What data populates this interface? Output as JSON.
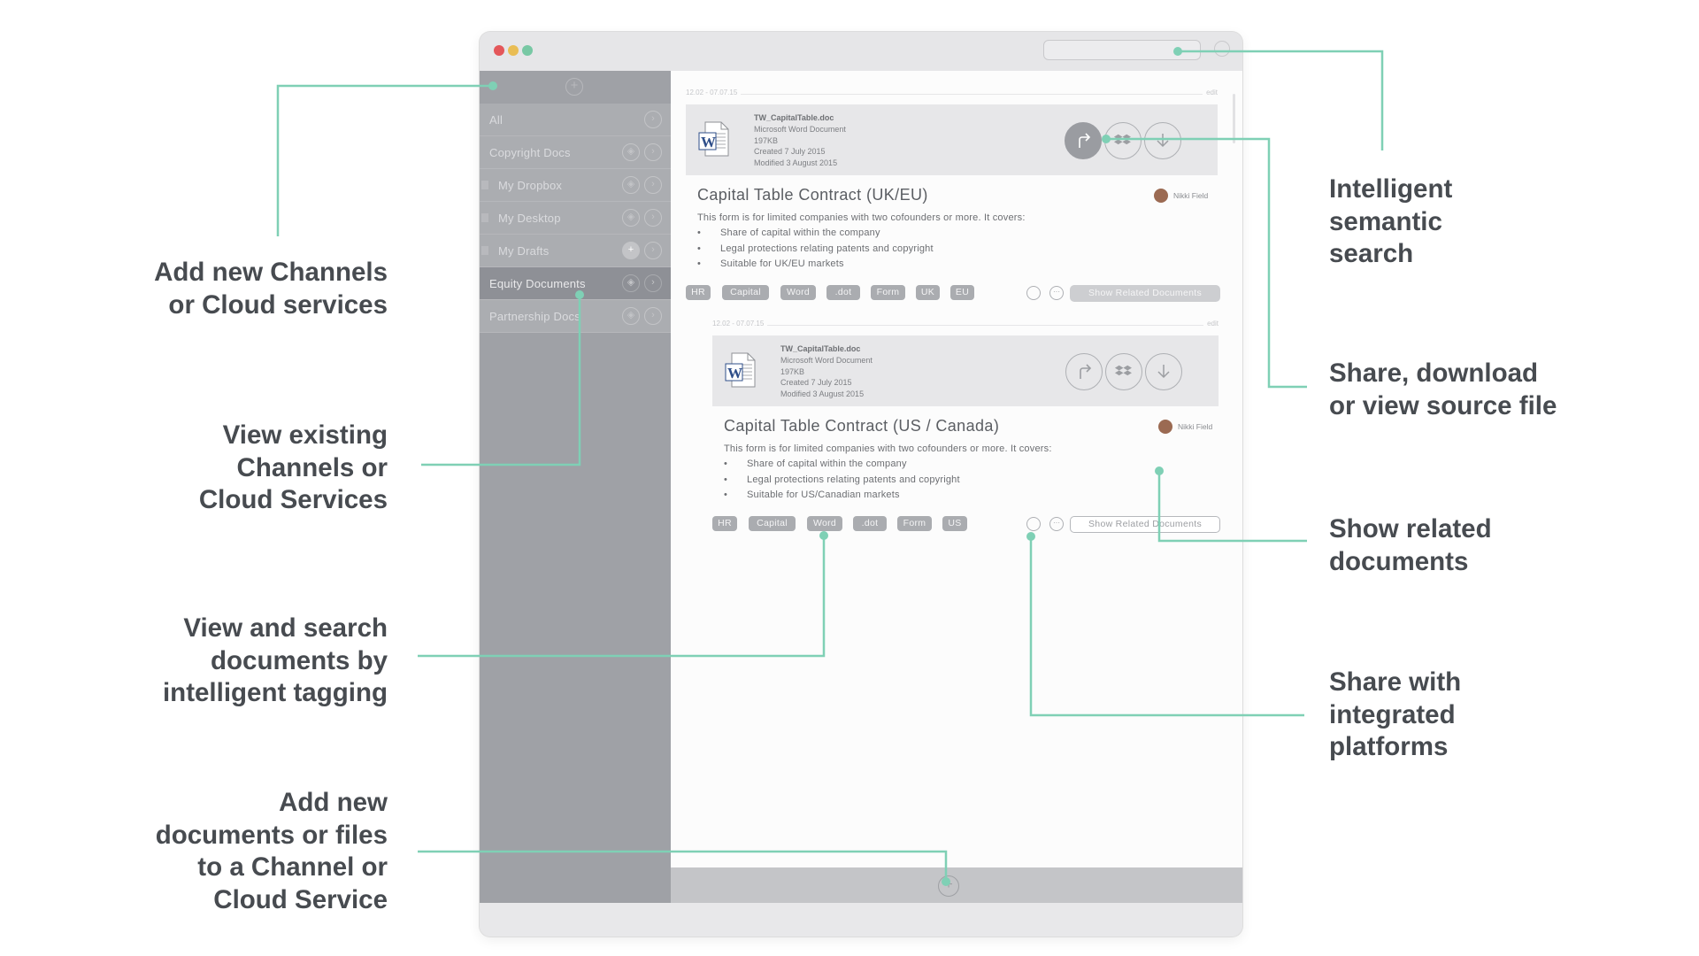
{
  "callouts": {
    "add_channels": "Add new Channels\nor Cloud services",
    "view_channels": "View existing\nChannels or\nCloud Services",
    "tagging": "View and search\ndocuments by\nintelligent tagging",
    "add_documents": "Add new\ndocuments or files\nto a Channel or\nCloud Service",
    "semantic_search": "Intelligent\nsemantic\nsearch",
    "share_download": "Share, download\nor view source file",
    "related_docs": "Show related\ndocuments",
    "integrated": "Share with\nintegrated\nplatforms"
  },
  "sidebar": {
    "channels": [
      {
        "label": "All",
        "icons": [
          "arrow-circle-icon"
        ]
      },
      {
        "label": "Copyright Docs",
        "icons": [
          "dropbox-circle-icon",
          "arrow-circle-icon"
        ]
      },
      {
        "label": "My Dropbox",
        "icons": [
          "dropbox-circle-icon",
          "arrow-circle-icon"
        ]
      },
      {
        "label": "My Desktop",
        "icons": [
          "dropbox-circle-icon",
          "arrow-circle-icon"
        ]
      },
      {
        "label": "My Drafts",
        "icons": [
          "plus-circle-icon",
          "arrow-circle-icon"
        ]
      },
      {
        "label": "Equity Documents",
        "icons": [
          "dropbox-circle-icon",
          "arrow-circle-icon"
        ]
      },
      {
        "label": "Partnership Docs",
        "icons": [
          "dropbox-circle-icon",
          "arrow-circle-icon"
        ]
      }
    ]
  },
  "documents": [
    {
      "date": "12.02 - 07.07.15",
      "edit": "edit",
      "file": {
        "name": "TW_CapitalTable.doc",
        "type": "Microsoft Word Document",
        "size": "197KB",
        "created": "Created 7 July 2015",
        "modified": "Modified 3 August 2015"
      },
      "title": "Capital Table Contract (UK/EU)",
      "author": "Nikki Field",
      "description": "This form is for limited companies with two cofounders or more. It covers:",
      "bullets": [
        "Share of capital within the company",
        "Legal protections relating patents and copyright",
        "Suitable for UK/EU markets"
      ],
      "tags": [
        "HR",
        "Capital",
        "Word",
        ".dot",
        "Form",
        "UK",
        "EU"
      ],
      "related_label": "Show Related Documents"
    },
    {
      "date": "12.02 - 07.07.15",
      "edit": "edit",
      "file": {
        "name": "TW_CapitalTable.doc",
        "type": "Microsoft Word Document",
        "size": "197KB",
        "created": "Created 7 July 2015",
        "modified": "Modified 3 August 2015"
      },
      "title": "Capital Table Contract (US / Canada)",
      "author": "Nikki Field",
      "description": "This form is for limited companies with two cofounders or more. It covers:",
      "bullets": [
        "Share of capital within the company",
        "Legal protections relating patents and copyright",
        "Suitable for US/Canadian markets"
      ],
      "tags": [
        "HR",
        "Capital",
        "Word",
        ".dot",
        "Form",
        "US"
      ],
      "related_label": "Show Related Documents"
    }
  ],
  "colors": {
    "accent": "#7fd0b5",
    "window": "#e8e8ea",
    "sidebar": "#9fa1a6",
    "callout_text": "#474b50",
    "traffic_red": "#e4575a",
    "traffic_yellow": "#e9bd54",
    "traffic_green": "#78c8a4"
  },
  "icons": {
    "window_controls": [
      "close-dot",
      "minimize-dot",
      "zoom-dot"
    ],
    "file_actions": [
      "share-arrow-icon",
      "dropbox-icon",
      "download-icon"
    ],
    "tag_row": [
      "share-platform-icon",
      "more-icon"
    ]
  }
}
